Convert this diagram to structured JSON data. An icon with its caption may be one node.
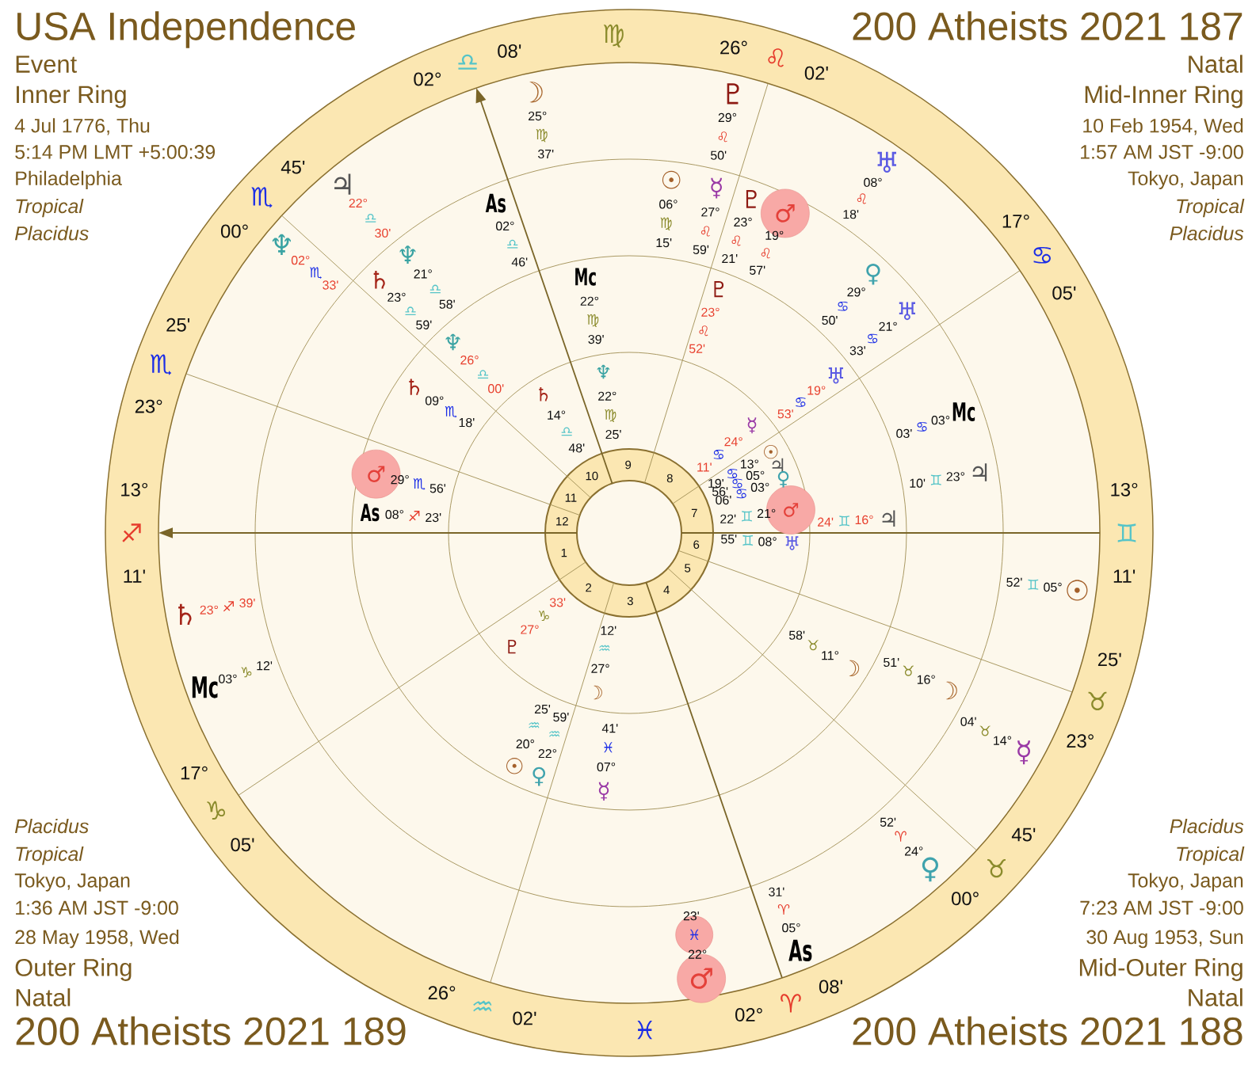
{
  "diagram": {
    "labels": [
      "USA Independence",
      "Event",
      "Inner Ring",
      "4 Jul 1776, Thu",
      "5:14 PM LMT +5:00:39",
      "Philadelphia",
      "Tropical",
      "Placidus",
      "200 Atheists 2021 187",
      "Natal",
      "Mid-Inner Ring",
      "10 Feb 1954, Wed",
      "1:57 AM JST -9:00",
      "Tokyo, Japan",
      "Tropical",
      "Placidus",
      "13°",
      "♐",
      "11'",
      "17°",
      "♑",
      "05'",
      "26°",
      "♒",
      "02'",
      "02°",
      "♈",
      "08'",
      "00°",
      "♉",
      "45'",
      "23°",
      "♉",
      "25'",
      "13°",
      "♊",
      "11'",
      "17°",
      "♋",
      "05'",
      "26°",
      "♌",
      "02'",
      "02°",
      "♎",
      "08'",
      "00°",
      "♏",
      "45'",
      "23°",
      "♏",
      "25'",
      "♍",
      "♓",
      "1",
      "2",
      "3",
      "4",
      "5",
      "6",
      "7",
      "8",
      "9",
      "10",
      "11",
      "12",
      "♆",
      "22°",
      "♍",
      "25'",
      "♄",
      "14°",
      "♎",
      "48'",
      "☿",
      "24°",
      "♋",
      "11'",
      "☉",
      "13°",
      "♋",
      "19'",
      "♃",
      "05°",
      "♋",
      "56'",
      "♀",
      "03°",
      "♋",
      "06'",
      "♂",
      "21°",
      "♊",
      "22'",
      "♅",
      "08°",
      "♊",
      "55'",
      "♇",
      "27°",
      "♑",
      "33'",
      "☽",
      "27°",
      "♒",
      "12'",
      "Mc",
      "22°",
      "♍",
      "39'",
      "♆",
      "26°",
      "♎",
      "00'",
      "♄",
      "09°",
      "♏",
      "18'",
      "♂",
      "29°",
      "♏",
      "56'",
      "As",
      "08°",
      "♐",
      "23'",
      "♇",
      "23°",
      "♌",
      "52'",
      "♅",
      "19°",
      "♋",
      "53'",
      "♃",
      "16°",
      "♊",
      "24'",
      "☽",
      "11°",
      "♉",
      "58'",
      "☿",
      "07°",
      "♓",
      "41'",
      "♀",
      "22°",
      "♒",
      "59'",
      "☉",
      "20°",
      "♒",
      "25'",
      "As",
      "02°",
      "♎",
      "46'",
      "☉",
      "06°",
      "♍",
      "15'",
      "☿",
      "27°",
      "♌",
      "59'",
      "♇",
      "23°",
      "♌",
      "21'",
      "♂",
      "19°",
      "♌",
      "57'",
      "♀",
      "29°",
      "♋",
      "50'",
      "♅",
      "21°",
      "♋",
      "33'",
      "Mc",
      "03°",
      "♋",
      "03'",
      "♃",
      "23°",
      "♊",
      "10'",
      "☽",
      "16°",
      "♉",
      "51'",
      "♆",
      "21°",
      "♎",
      "58'",
      "♄",
      "23°",
      "♎",
      "59'",
      "☽",
      "25°",
      "♍",
      "37'",
      "♇",
      "29°",
      "♌",
      "50'",
      "♅",
      "08°",
      "♌",
      "18'",
      "☉",
      "05°",
      "♊",
      "52'",
      "☿",
      "14°",
      "♉",
      "04'",
      "♀",
      "24°",
      "♈",
      "52'",
      "As",
      "05°",
      "♈",
      "31'",
      "♂",
      "22°",
      "♓",
      "23'",
      "Mc",
      "03°",
      "♑",
      "12'",
      "♄",
      "23°",
      "♐",
      "39'",
      "♆",
      "02°",
      "♏",
      "33'",
      "♃",
      "22°",
      "♎",
      "30'",
      "Placidus",
      "Tropical",
      "Tokyo, Japan",
      "1:36 AM JST -9:00",
      "28 May 1958, Wed",
      "Outer Ring",
      "Natal",
      "200 Atheists 2021 189",
      "Placidus",
      "Tropical",
      "Tokyo, Japan",
      "7:23 AM JST -9:00",
      "30 Aug 1953, Sun",
      "Mid-Outer Ring",
      "Natal",
      "200 Atheists 2021 188"
    ]
  }
}
